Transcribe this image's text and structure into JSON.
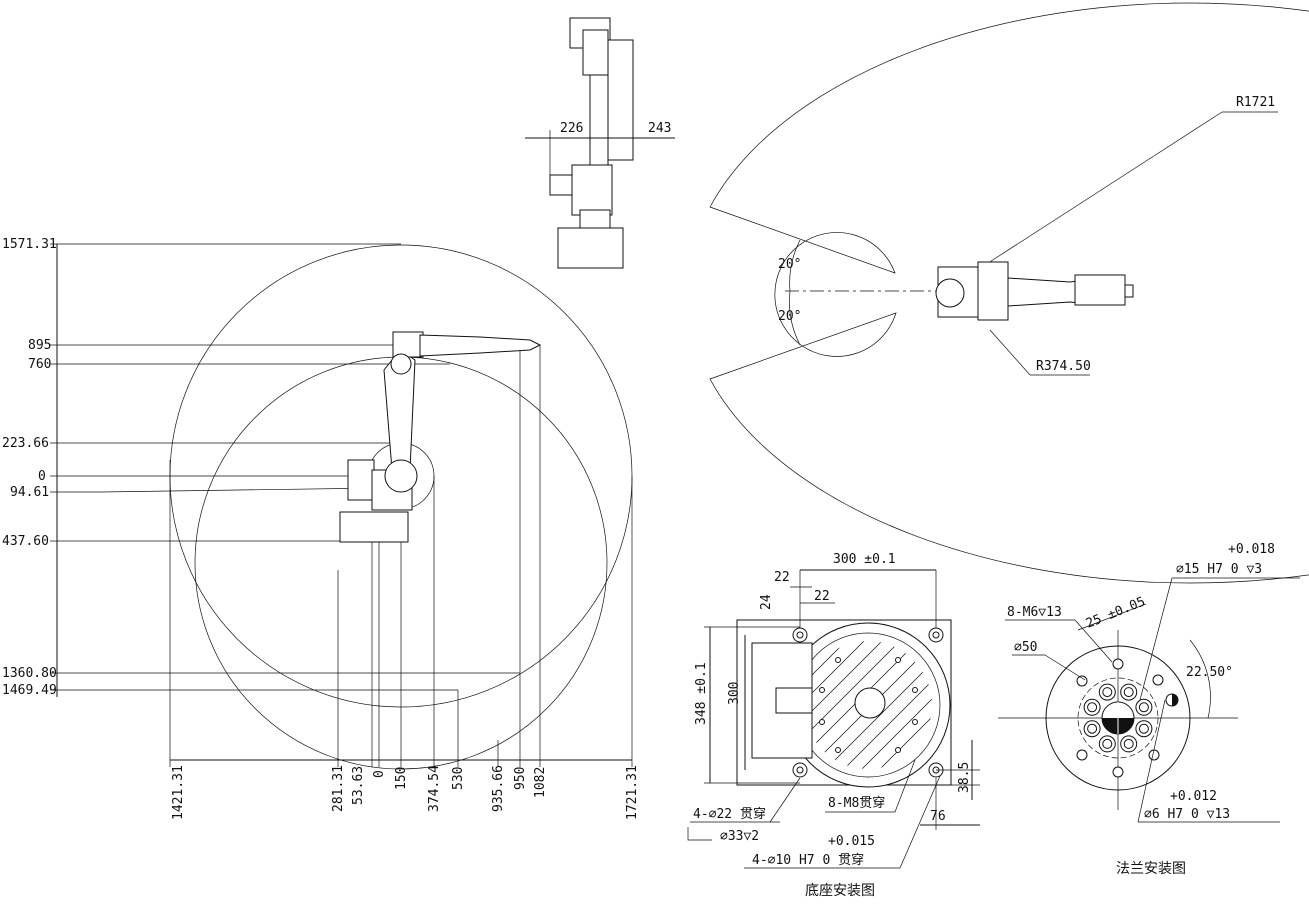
{
  "side_view": {
    "vertical_dims": [
      "1571.31",
      "895",
      "760",
      "223.66",
      "0",
      "94.61",
      "437.60",
      "1360.80",
      "1469.49"
    ],
    "horizontal_dims": [
      "1421.31",
      "281.31",
      "53.63",
      "0",
      "150",
      "374.54",
      "530",
      "935.66",
      "950",
      "1082",
      "1721.31"
    ]
  },
  "top_elevation": {
    "dims": [
      "226",
      "243"
    ]
  },
  "workspace_top": {
    "outer_radius": "R1721",
    "inner_radius": "R374.50",
    "angle_upper": "20°",
    "angle_lower": "20°"
  },
  "base_mounting": {
    "title": "底座安装图",
    "dim_300_tol": "300 ±0.1",
    "dim_22a": "22",
    "dim_22b": "22",
    "dim_24": "24",
    "dim_348_tol": "348 ±0.1",
    "dim_300": "300",
    "dim_38_5": "38.5",
    "dim_76": "76",
    "note_holes": "4-∅22 贯穿",
    "note_counterbore": "∅33▽2",
    "note_m8": "8-M8贯穿",
    "note_pin_tol": "+0.015",
    "note_pin": "4-∅10 H7  0    贯穿"
  },
  "flange_mounting": {
    "title": "法兰安装图",
    "tol_top": "+0.018",
    "dim_15": "∅15 H7   0     ▽3",
    "dim_m6": "8-M6▽13",
    "dim_25": "25 ±0.05",
    "dim_50": "∅50",
    "angle": "22.50°",
    "tol_bottom": "+0.012",
    "dim_6": "∅6 H7   0     ▽13"
  }
}
